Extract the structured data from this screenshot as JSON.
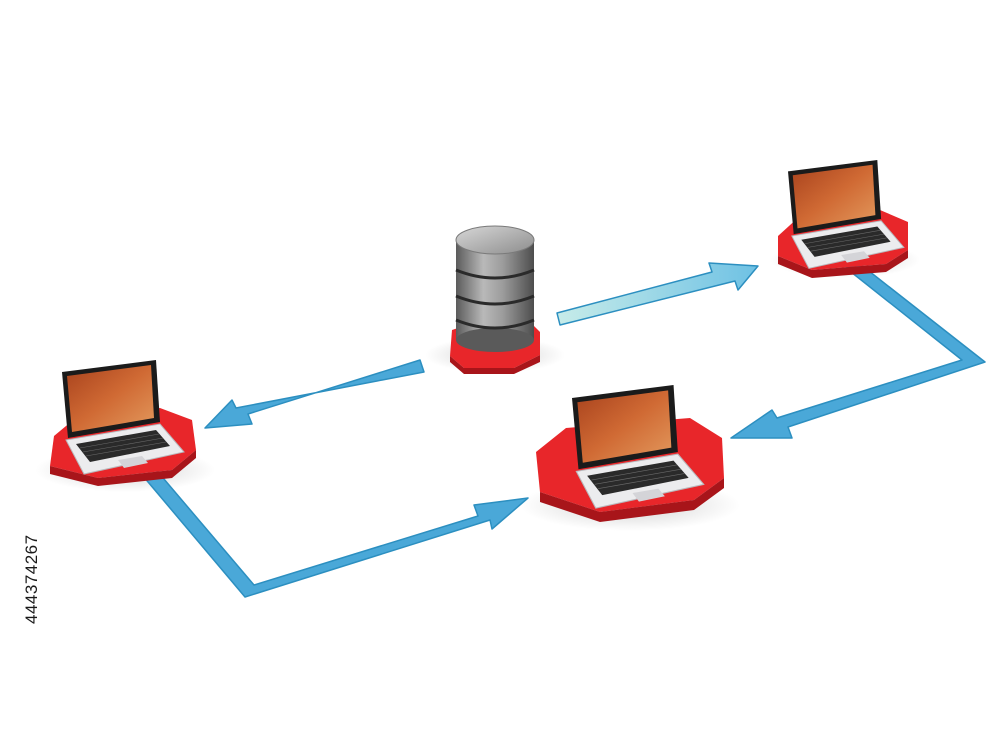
{
  "diagram": {
    "nodes": [
      {
        "id": "database",
        "type": "database-server",
        "icon": "database-icon"
      },
      {
        "id": "laptop-left",
        "type": "laptop",
        "icon": "laptop-icon"
      },
      {
        "id": "laptop-center",
        "type": "laptop",
        "icon": "laptop-icon"
      },
      {
        "id": "laptop-right",
        "type": "laptop",
        "icon": "laptop-icon"
      }
    ],
    "edges": [
      {
        "from": "database",
        "to": "laptop-right"
      },
      {
        "from": "database",
        "to": "laptop-left"
      },
      {
        "from": "laptop-left",
        "to": "laptop-center"
      },
      {
        "from": "laptop-right",
        "to": "laptop-center"
      }
    ]
  },
  "watermark": {
    "stock_id": "444374267"
  },
  "colors": {
    "platform_red": "#e8262a",
    "arrow_blue": "#4aa8d8",
    "arrow_light": "#9fd8e6",
    "screen_orange": "#c8582a",
    "laptop_silver": "#e6e6e8",
    "database_gray": "#8a8a8a",
    "background": "#ffffff"
  }
}
